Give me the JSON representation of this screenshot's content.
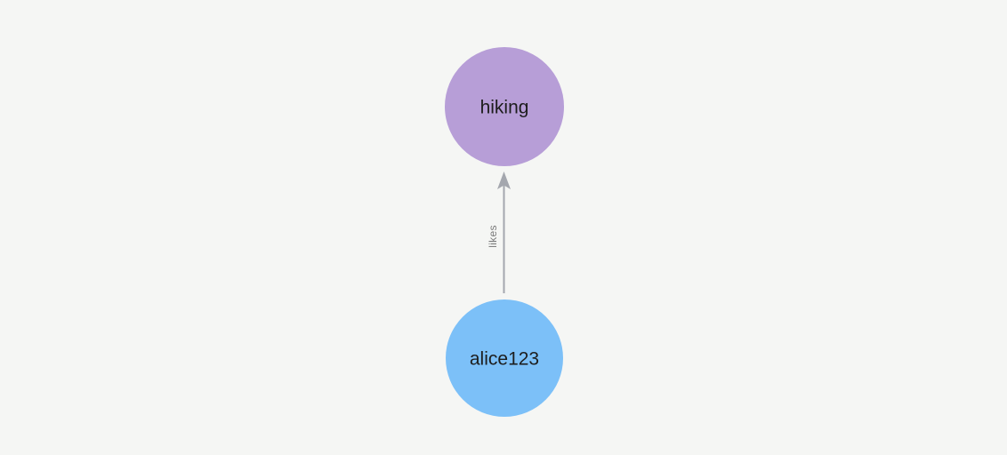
{
  "canvas": {
    "background_color": "#f5f6f4"
  },
  "graph": {
    "type": "directed-graph",
    "nodes": [
      {
        "id": "hiking",
        "label": "hiking",
        "fill_color": "#b79ed7",
        "text_color": "#1d1d1d"
      },
      {
        "id": "alice123",
        "label": "alice123",
        "fill_color": "#7cc0f8",
        "text_color": "#1d1d1d"
      }
    ],
    "edges": [
      {
        "from": "alice123",
        "to": "hiking",
        "label": "likes",
        "line_color": "#a4a7ae",
        "label_color": "#7b7b7b"
      }
    ]
  }
}
